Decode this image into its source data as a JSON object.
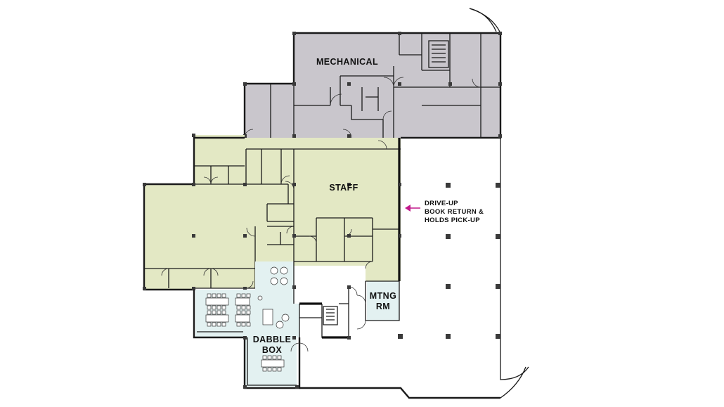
{
  "rooms": {
    "mechanical": "MECHANICAL",
    "staff": "STAFF",
    "mtng_line1": "MTNG",
    "mtng_line2": "RM",
    "dabble_line1": "DABBLE",
    "dabble_line2": "BOX"
  },
  "annotation": {
    "line1": "DRIVE-UP",
    "line2": "BOOK RETURN &",
    "line3": "HOLDS PICK-UP"
  },
  "colors": {
    "mechanical": "#c9c6cc",
    "staff": "#e3e8c4",
    "public": "#e3f1f1",
    "arrow": "#c2188c"
  }
}
